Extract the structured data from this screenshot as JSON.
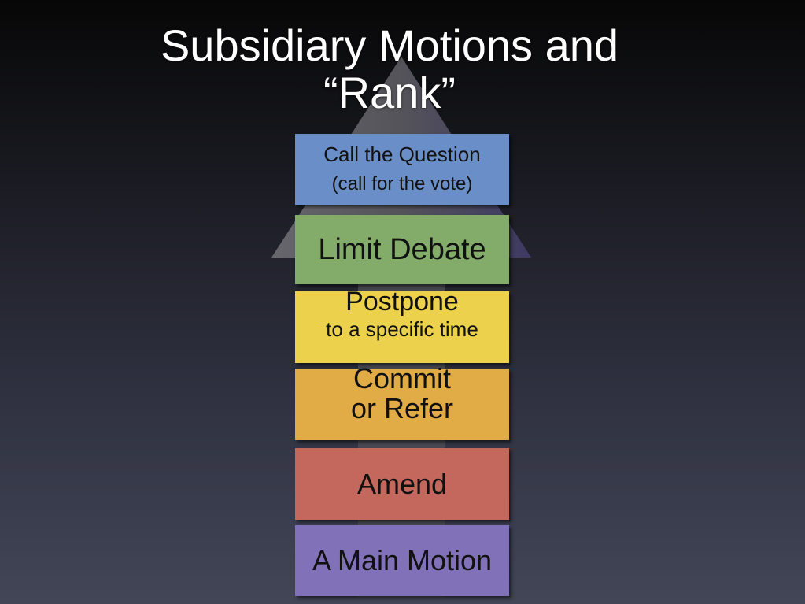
{
  "title": {
    "line1": "Subsidiary Motions and",
    "line2": "“Rank”"
  },
  "colors": {
    "call": "#6a8ec7",
    "limit": "#83ab6a",
    "postpone": "#ecd24c",
    "commit": "#e1ab45",
    "amend": "#c4685e",
    "main": "#8171b8"
  },
  "motions": {
    "call_question": {
      "line1": "Call the Question",
      "line2": "(call for the vote)"
    },
    "limit_debate": {
      "line1": "Limit Debate"
    },
    "postpone": {
      "line1": "Postpone",
      "line2": "to a specific time"
    },
    "commit": {
      "line1": "Commit",
      "line2": "or Refer"
    },
    "amend": {
      "line1": "Amend"
    },
    "main_motion": {
      "line1": "A Main Motion"
    }
  }
}
